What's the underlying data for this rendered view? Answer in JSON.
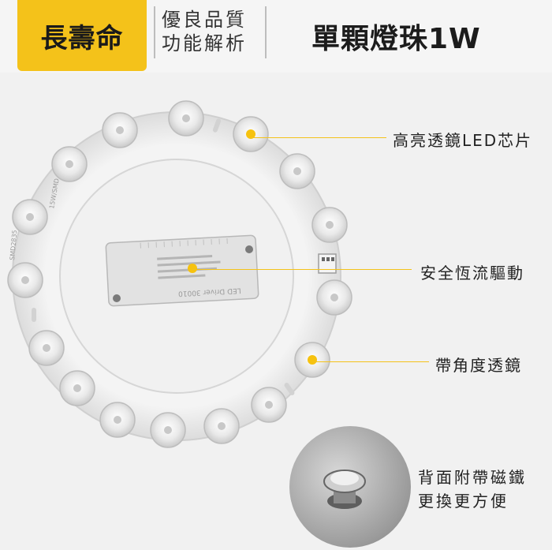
{
  "header": {
    "brand": "長壽命",
    "sub_title_line1": "優良品質",
    "sub_title_line2": "功能解析",
    "main_title": "單顆燈珠1W"
  },
  "callouts": {
    "led_chip": "高亮透鏡LED芯片",
    "driver": "安全恆流驅動",
    "lens": "帶角度透鏡",
    "magnet_line1": "背面附帶磁鐵",
    "magnet_line2": "更換更方便"
  },
  "board_labels": {
    "driver_label": "LED Driver 30010",
    "pcb_code_1": "SMD2835",
    "pcb_code_2": "15W/SMD"
  },
  "colors": {
    "accent": "#f4c21a",
    "led_dot": "#f6c20f",
    "board": "#eeeeee"
  }
}
